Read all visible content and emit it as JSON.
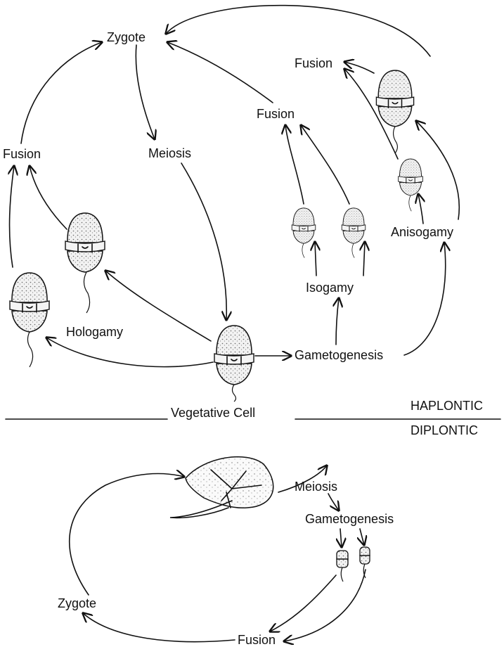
{
  "labels": {
    "zygote_top": "Zygote",
    "meiosis_top": "Meiosis",
    "fusion_left": "Fusion",
    "fusion_mid": "Fusion",
    "fusion_right": "Fusion",
    "hologamy": "Hologamy",
    "isogamy": "Isogamy",
    "anisogamy": "Anisogamy",
    "gametogenesis_top": "Gametogenesis",
    "vegetative_cell": "Vegetative Cell",
    "haplontic": "HAPLONTIC",
    "diplontic": "DIPLONTIC",
    "meiosis_bottom": "Meiosis",
    "gametogenesis_bottom": "Gametogenesis",
    "zygote_bottom": "Zygote",
    "fusion_bottom": "Fusion"
  },
  "colors": {
    "ink": "#111111",
    "paper": "#ffffff"
  }
}
